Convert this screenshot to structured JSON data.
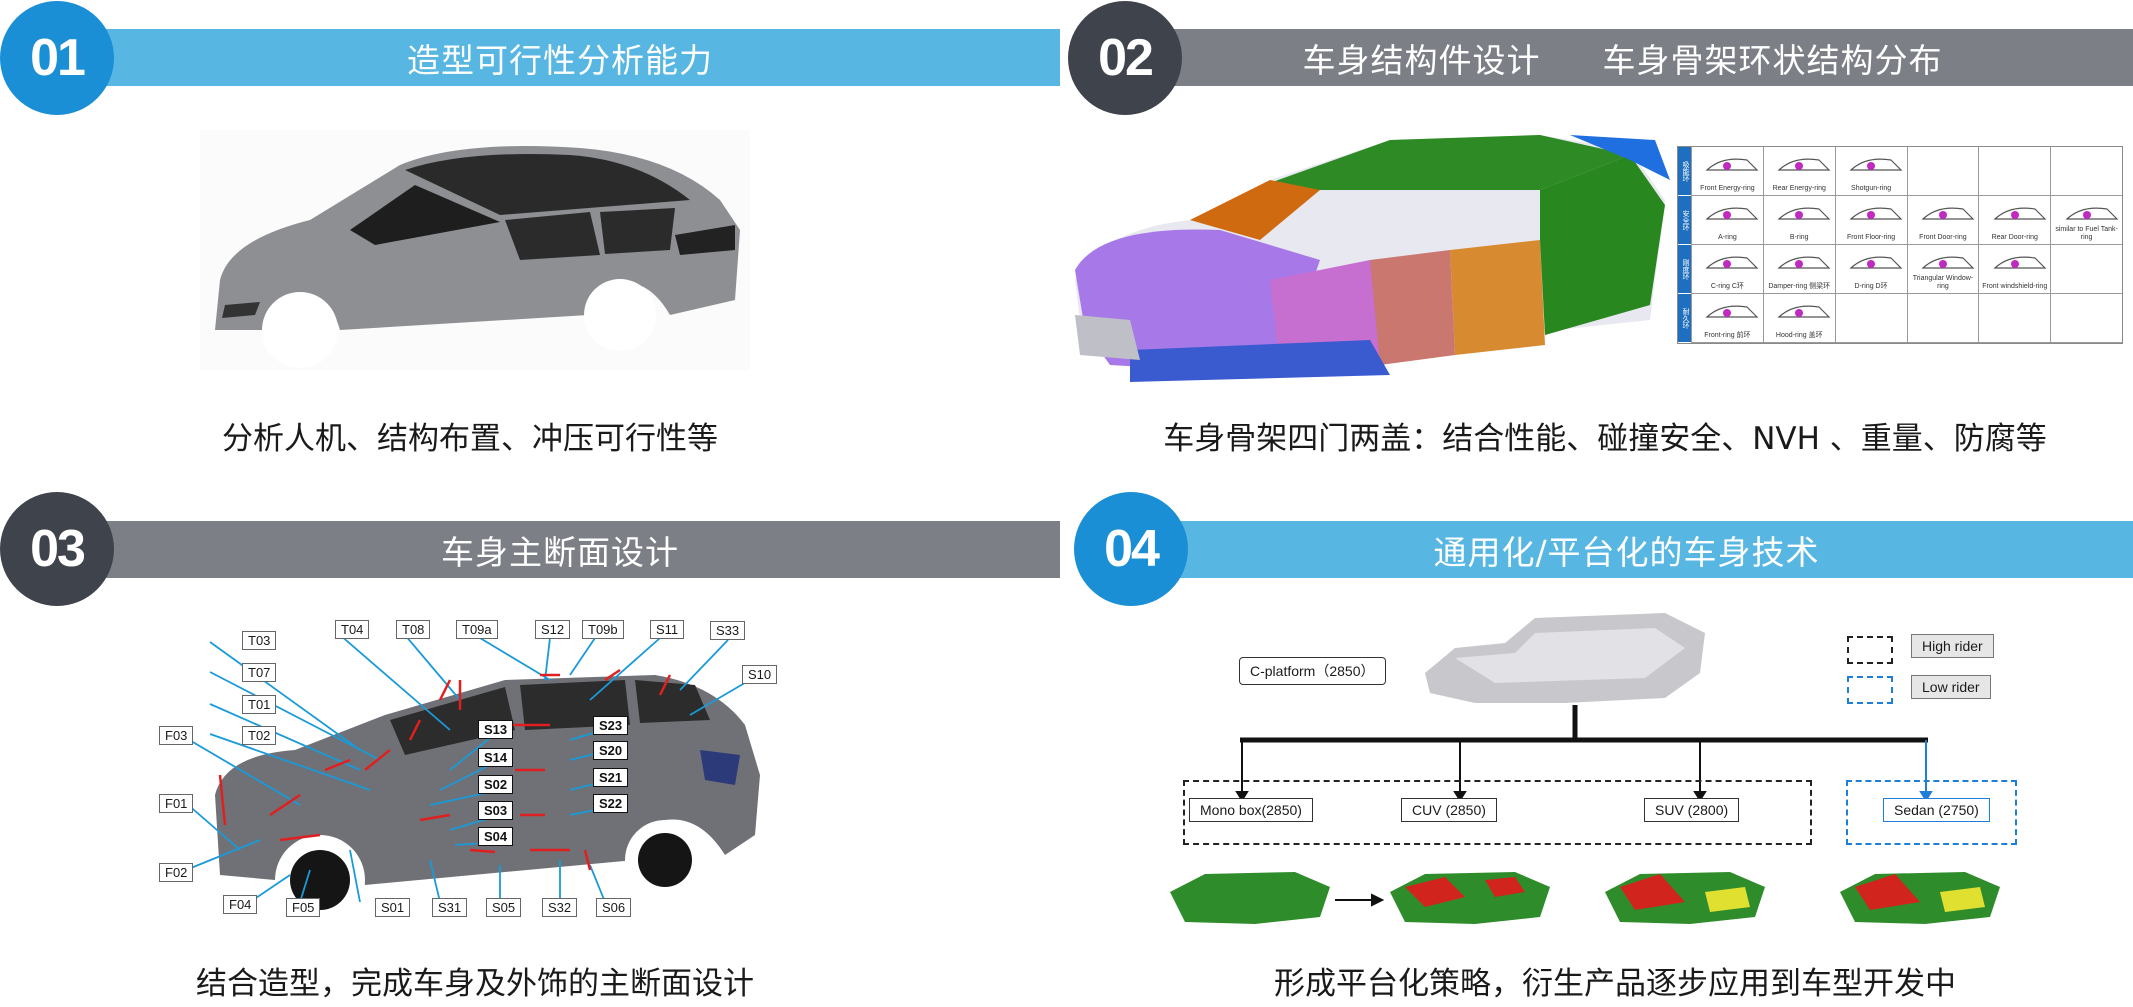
{
  "q1": {
    "number": "01",
    "title": "造型可行性分析能力",
    "caption": "分析人机、结构布置、冲压可行性等"
  },
  "q2": {
    "number": "02",
    "title": "车身结构件设计",
    "subtitle": "车身骨架环状结构分布",
    "caption": "车身骨架四门两盖：结合性能、碰撞安全、NVH 、重量、防腐等",
    "ring_groups": [
      "吸能环",
      "安全环",
      "刚度环",
      "耐久环"
    ],
    "rings": [
      [
        "Front Energy-ring",
        "Rear Energy-ring",
        "Shotgun-ring",
        "",
        "",
        ""
      ],
      [
        "A-ring",
        "B-ring",
        "Front Floor-ring",
        "Front Door-ring",
        "Rear Door-ring",
        "similar to Fuel Tank-ring"
      ],
      [
        "C-ring  C环",
        "Damper-ring  侧梁环",
        "D-ring  D环",
        "Triangular Window-ring",
        "Front windshield-ring",
        ""
      ],
      [
        "Front-ring  前环",
        "Hood-ring  盖环",
        "",
        "",
        "",
        ""
      ]
    ]
  },
  "q3": {
    "number": "03",
    "title": "车身主断面设计",
    "caption": "结合造型，完成车身及外饰的主断面设计",
    "tags": {
      "T03": "T03",
      "T07": "T07",
      "T01": "T01",
      "T02": "T02",
      "F03": "F03",
      "F01": "F01",
      "F02": "F02",
      "F04": "F04",
      "F05": "F05",
      "T04": "T04",
      "T08": "T08",
      "T09a": "T09a",
      "S12": "S12",
      "T09b": "T09b",
      "S11": "S11",
      "S33": "S33",
      "S10": "S10",
      "S13": "S13",
      "S14": "S14",
      "S02": "S02",
      "S03": "S03",
      "S04": "S04",
      "S23": "S23",
      "S20": "S20",
      "S21": "S21",
      "S22": "S22",
      "S01": "S01",
      "S31": "S31",
      "S05": "S05",
      "S32": "S32",
      "S06": "S06"
    }
  },
  "q4": {
    "number": "04",
    "title": "通用化/平台化的车身技术",
    "caption": "形成平台化策略，衍生产品逐步应用到车型开发中",
    "platform": "C-platform（2850）",
    "legend_high": "High rider",
    "legend_low": "Low rider",
    "variants": [
      "Mono box(2850)",
      "CUV (2850)",
      "SUV (2800)",
      "Sedan (2750)"
    ]
  },
  "colors": {
    "blue_band": "#58b6e3",
    "blue_circle": "#1b8fd6",
    "gray_band": "#7c7f86",
    "gray_circle": "#3f434c"
  }
}
